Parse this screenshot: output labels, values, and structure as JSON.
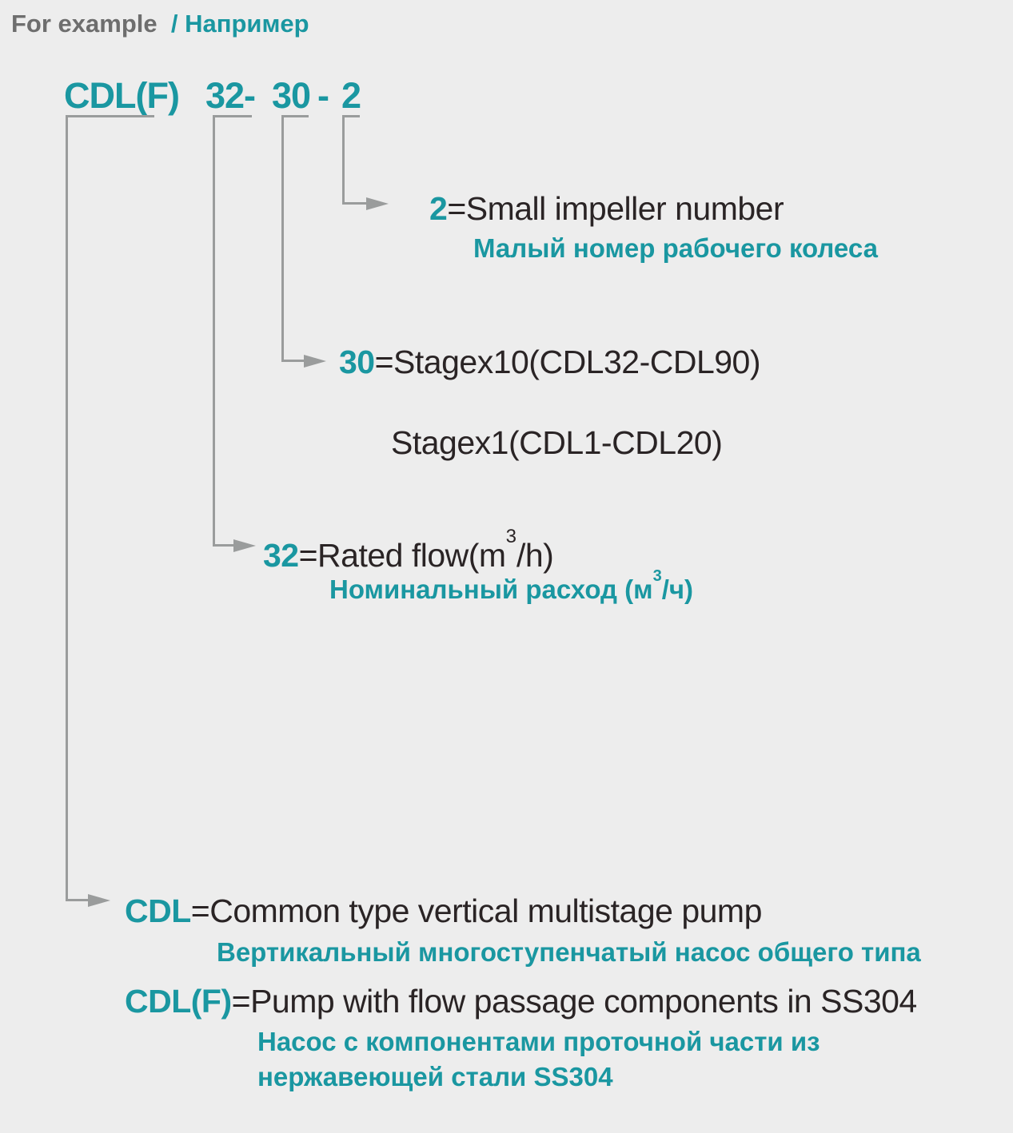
{
  "colors": {
    "background": "#ededed",
    "teal": "#1a97a1",
    "dark_text": "#2a2425",
    "gray_text": "#6e6e6e",
    "line_gray": "#9a9c9c"
  },
  "header": {
    "english": "For example",
    "separator_and_russian": "/ Например"
  },
  "model": {
    "series": "CDL(F)",
    "flow": "32-",
    "stage": "30",
    "dash": "-",
    "impeller": "2"
  },
  "entries": {
    "impeller": {
      "code": "2",
      "english": "=Small impeller number",
      "russian": "Малый номер рабочего колеса"
    },
    "stage": {
      "code": "30",
      "english": "=Stagex10(CDL32-CDL90)",
      "english_line2": "Stagex1(CDL1-CDL20)"
    },
    "flow": {
      "code": "32",
      "english_pre": "=Rated flow(m",
      "english_sup": "3",
      "english_post": "/h)",
      "russian_pre": "Номинальный расход (м",
      "russian_sup": "3",
      "russian_post": "/ч)"
    },
    "cdl": {
      "code": "CDL",
      "english": "=Common type vertical multistage pump",
      "russian": "Вертикальный многоступенчатый насос общего типа"
    },
    "cdlf": {
      "code": "CDL(F)",
      "english": "=Pump with flow passage components in SS304",
      "russian_line1": "Насос с компонентами проточной части из",
      "russian_line2": "нержавеющей стали SS304"
    }
  }
}
